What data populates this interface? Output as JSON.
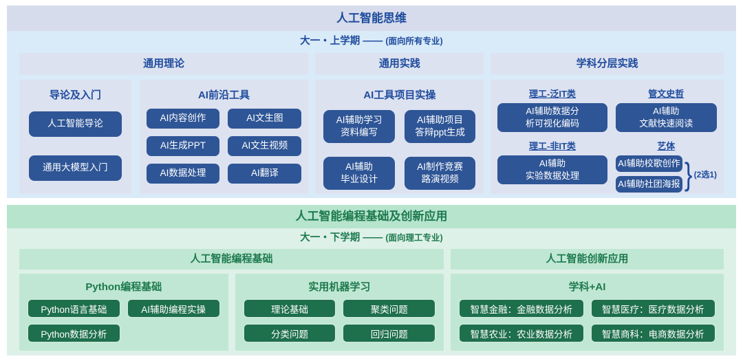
{
  "top": {
    "title": "人工智能思维",
    "subtitle": {
      "semester": "大一・上学期 ——",
      "audience": "(面向所有专业)"
    },
    "headers": {
      "theory": "通用理论",
      "practice": "通用实践",
      "layered": "学科分层实践"
    },
    "intro": {
      "title": "导论及入门",
      "buttons": [
        "人工智能导论",
        "通用大模型入门"
      ]
    },
    "tools": {
      "title": "AI前沿工具",
      "buttons": [
        "AI内容创作",
        "AI文生图",
        "AI生成PPT",
        "AI文生视频",
        "AI数据处理",
        "AI翻译"
      ]
    },
    "projects": {
      "title": "AI工具项目实操",
      "buttons": [
        "AI辅助学习\n资料编写",
        "AI辅助项目\n答辩ppt生成",
        "AI辅助\n毕业设计",
        "AI制作竞赛\n路演视频"
      ]
    },
    "layered": {
      "groups": [
        {
          "label": "理工-泛IT类",
          "button": "AI辅助数据分\n析可视化编码"
        },
        {
          "label": "管文史哲",
          "button": "AI辅助\n文献快速阅读"
        },
        {
          "label": "理工-非IT类",
          "button": "AI辅助\n实验数据处理"
        },
        {
          "label": "艺体",
          "button_a": "AI辅助校歌创作",
          "button_b": "AI辅助社团海报",
          "brace": "}",
          "note": "(2选1)"
        }
      ]
    }
  },
  "bottom": {
    "title": "人工智能编程基础及创新应用",
    "subtitle": {
      "semester": "大一・下学期 ——",
      "audience": "(面向理工专业)"
    },
    "headers": {
      "programming": "人工智能编程基础",
      "innovation": "人工智能创新应用"
    },
    "python": {
      "title": "Python编程基础",
      "buttons": [
        "Python语言基础",
        "AI辅助编程实操",
        "Python数据分析"
      ]
    },
    "ml": {
      "title": "实用机器学习",
      "buttons": [
        "理论基础",
        "聚类问题",
        "分类问题",
        "回归问题"
      ]
    },
    "subjects": {
      "title": "学科+AI",
      "buttons": [
        "智慧金融：金融数据分析",
        "智慧医疗：医疗数据分析",
        "智慧农业：农业数据分析",
        "智慧商科：电商数据分析"
      ]
    }
  },
  "colors": {
    "blue_text": "#1e4b9d",
    "blue_button": "#2e5596",
    "blue_panel": "#dde2f0",
    "blue_bg": "#d9eaf8",
    "green_text": "#1d7a4e",
    "green_button": "#1e6f4c",
    "green_panel": "#c0e7d3",
    "green_bg": "#def1e8"
  }
}
